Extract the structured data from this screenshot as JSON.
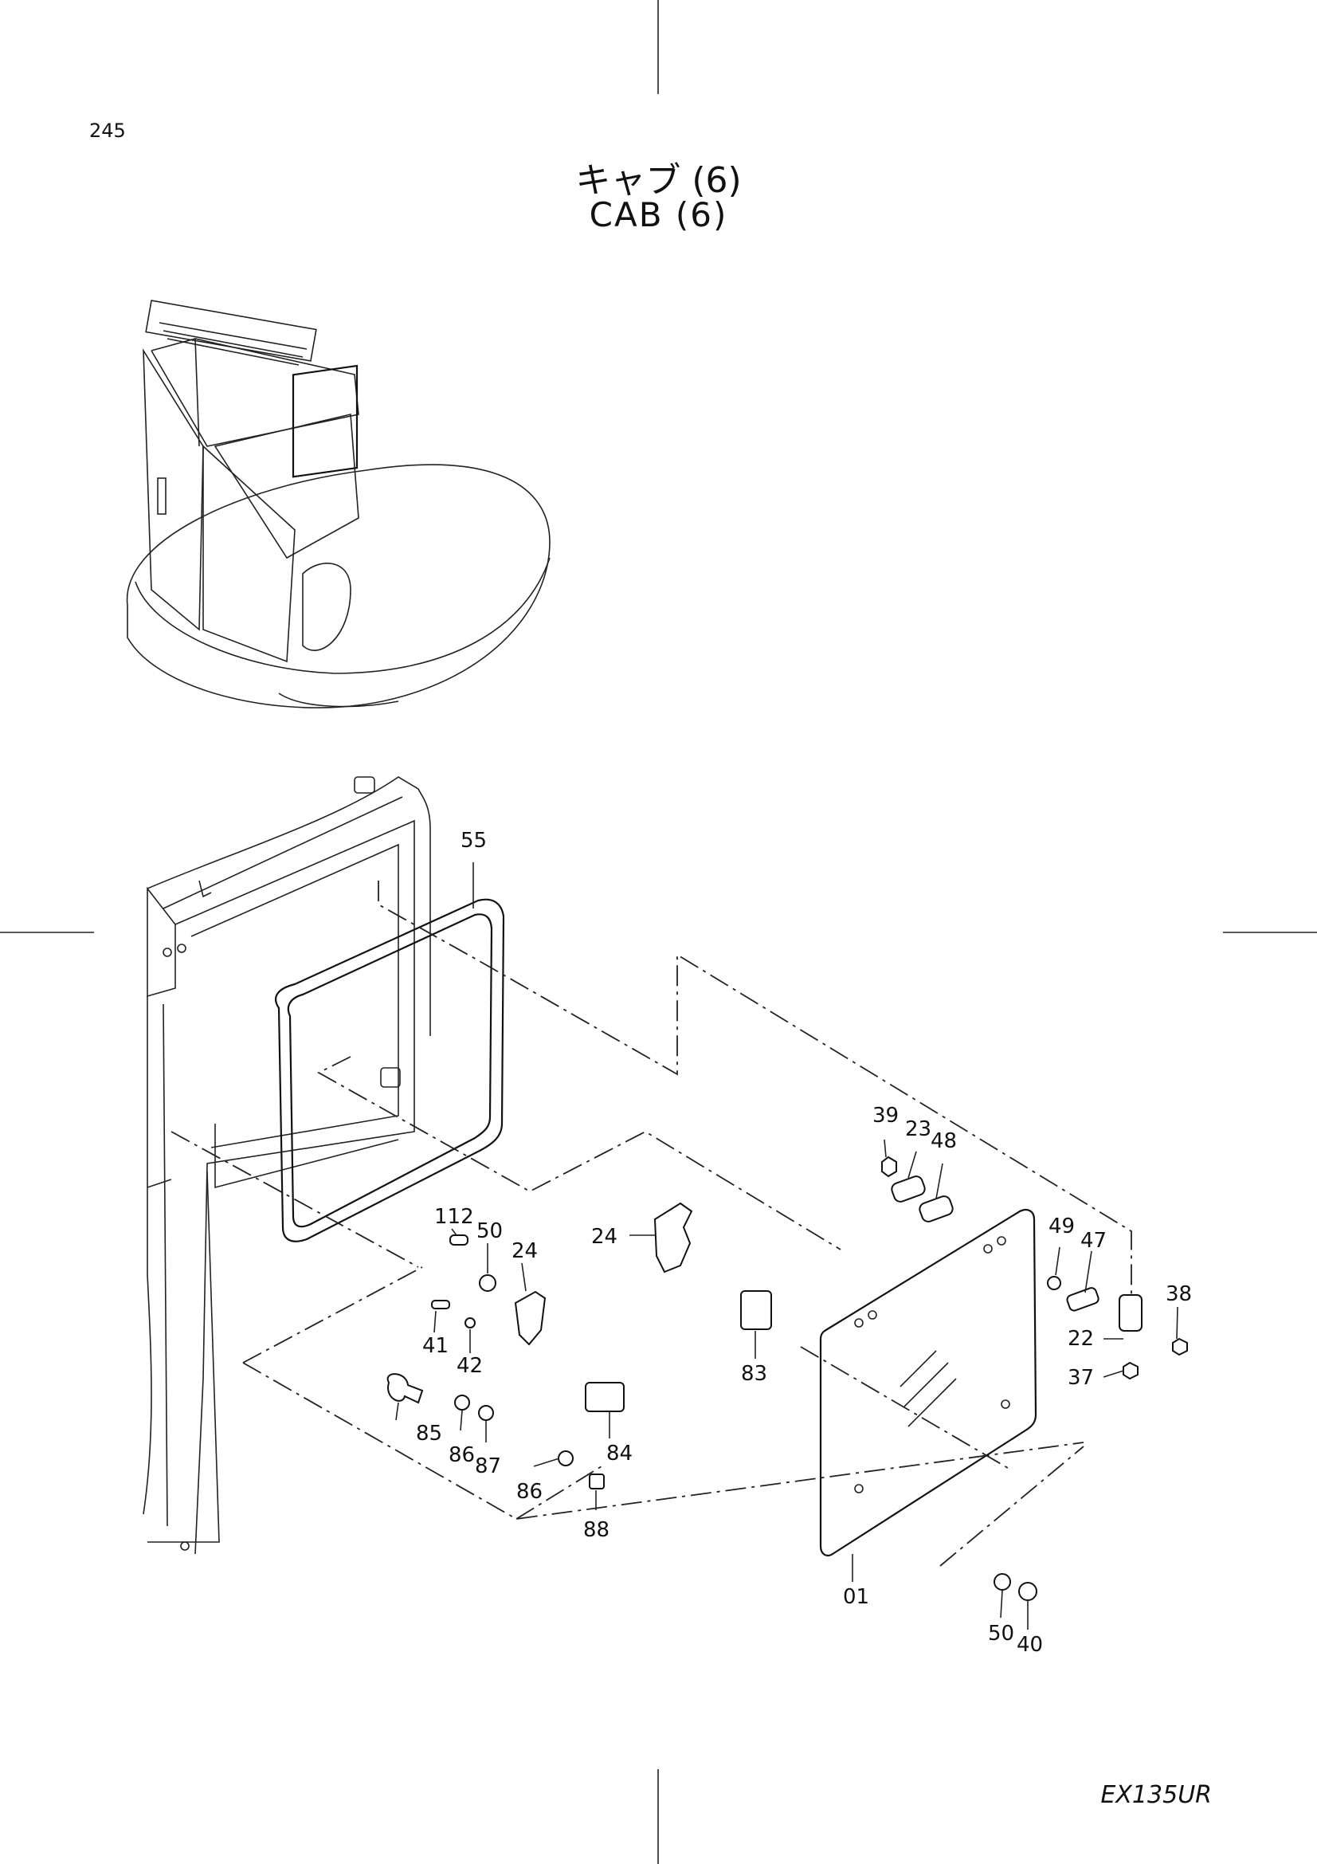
{
  "page_number": "245",
  "title_jp": "キャブ (6)",
  "title_en": "CAB (6)",
  "model": "EX135UR",
  "callouts": {
    "c55": "55",
    "c39": "39",
    "c23": "23",
    "c48": "48",
    "c49": "49",
    "c47": "47",
    "c38": "38",
    "c22": "22",
    "c37": "37",
    "c24a": "24",
    "c24b": "24",
    "c112": "112",
    "c50a": "50",
    "c41": "41",
    "c42": "42",
    "c83": "83",
    "c85": "85",
    "c86a": "86",
    "c87": "87",
    "c84": "84",
    "c86b": "86",
    "c88": "88",
    "c01": "01",
    "c50b": "50",
    "c40": "40"
  }
}
